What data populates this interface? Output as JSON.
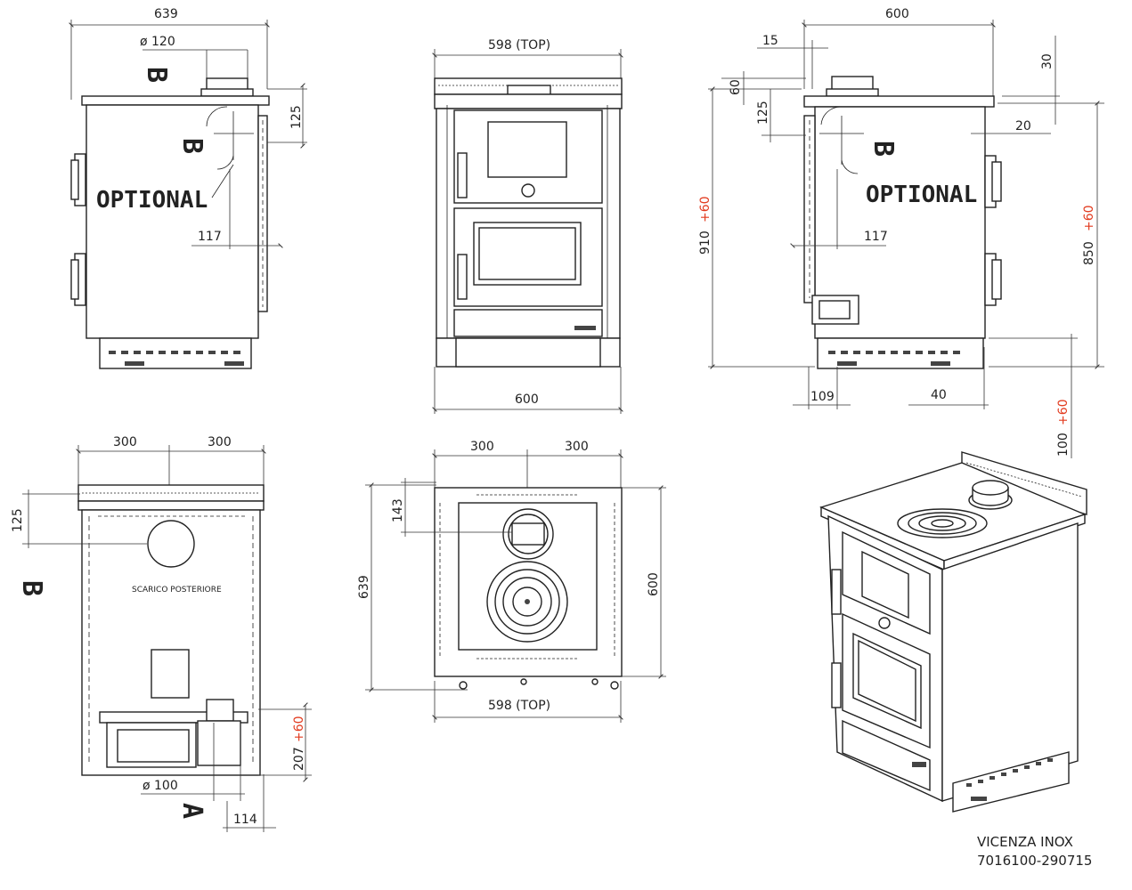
{
  "views": {
    "side_left": {
      "width_top": "639",
      "flue_diameter": "ø 120",
      "flue_offset": "125",
      "optional_label": "OPTIONAL",
      "letter_b": "B",
      "offset_117": "117"
    },
    "front": {
      "top_width": "598 (TOP)",
      "bottom_width": "600"
    },
    "side_right": {
      "width_top": "600",
      "d15": "15",
      "d30": "30",
      "d60": "60",
      "d125": "125",
      "d20": "20",
      "optional_label": "OPTIONAL",
      "letter_b": "B",
      "d117": "117",
      "height_910": "910",
      "height_910_add": "+60",
      "height_850": "850",
      "height_850_add": "+60",
      "d109": "109",
      "d40": "40",
      "d100": "100",
      "d100_add": "+60"
    },
    "rear": {
      "half_left": "300",
      "half_right": "300",
      "d125": "125",
      "letter_b": "B",
      "rear_exhaust": "SCARICO POSTERIORE",
      "d207": "207",
      "d207_add": "+60",
      "flue_diameter": "ø 100",
      "letter_a": "A",
      "d114": "114"
    },
    "top": {
      "half_left": "300",
      "half_right": "300",
      "d143": "143",
      "depth_639": "639",
      "depth_600": "600",
      "top_width": "598 (TOP)"
    }
  },
  "caption": {
    "model": "VICENZA  INOX",
    "code": "7016100-290715"
  },
  "colors": {
    "line": "#222222",
    "accent": "#e23b1f"
  }
}
